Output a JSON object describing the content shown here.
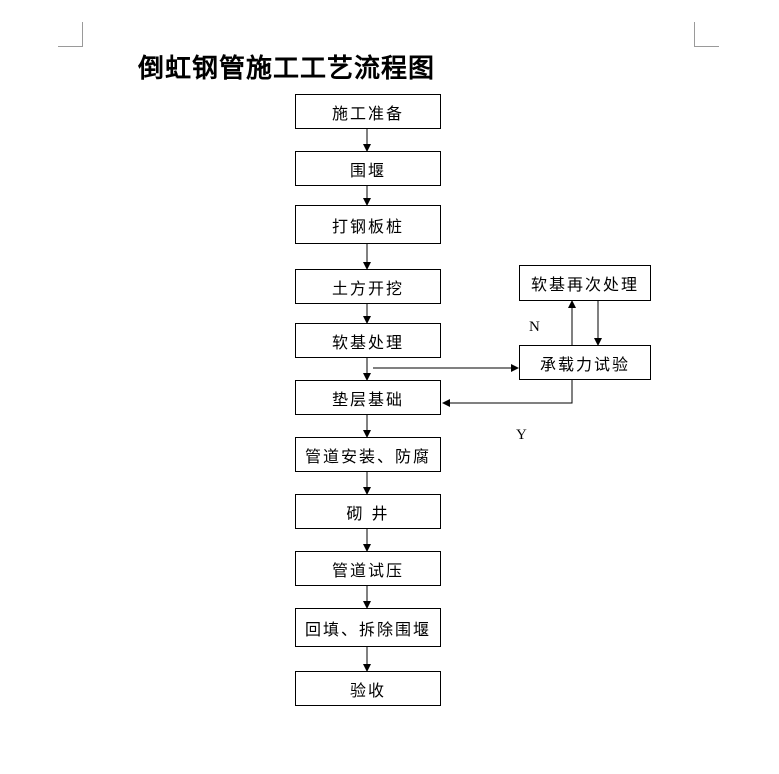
{
  "title": "倒虹钢管施工工艺流程图",
  "main_steps": [
    "施工准备",
    "围堰",
    "打钢板桩",
    "土方开挖",
    "软基处理",
    "垫层基础",
    "管道安装、防腐",
    "砌 井",
    "管道试压",
    "回填、拆除围堰",
    "验收"
  ],
  "side_steps": {
    "retreat": "软基再次处理",
    "load_test": "承载力试验"
  },
  "labels": {
    "no": "N",
    "yes": "Y"
  }
}
